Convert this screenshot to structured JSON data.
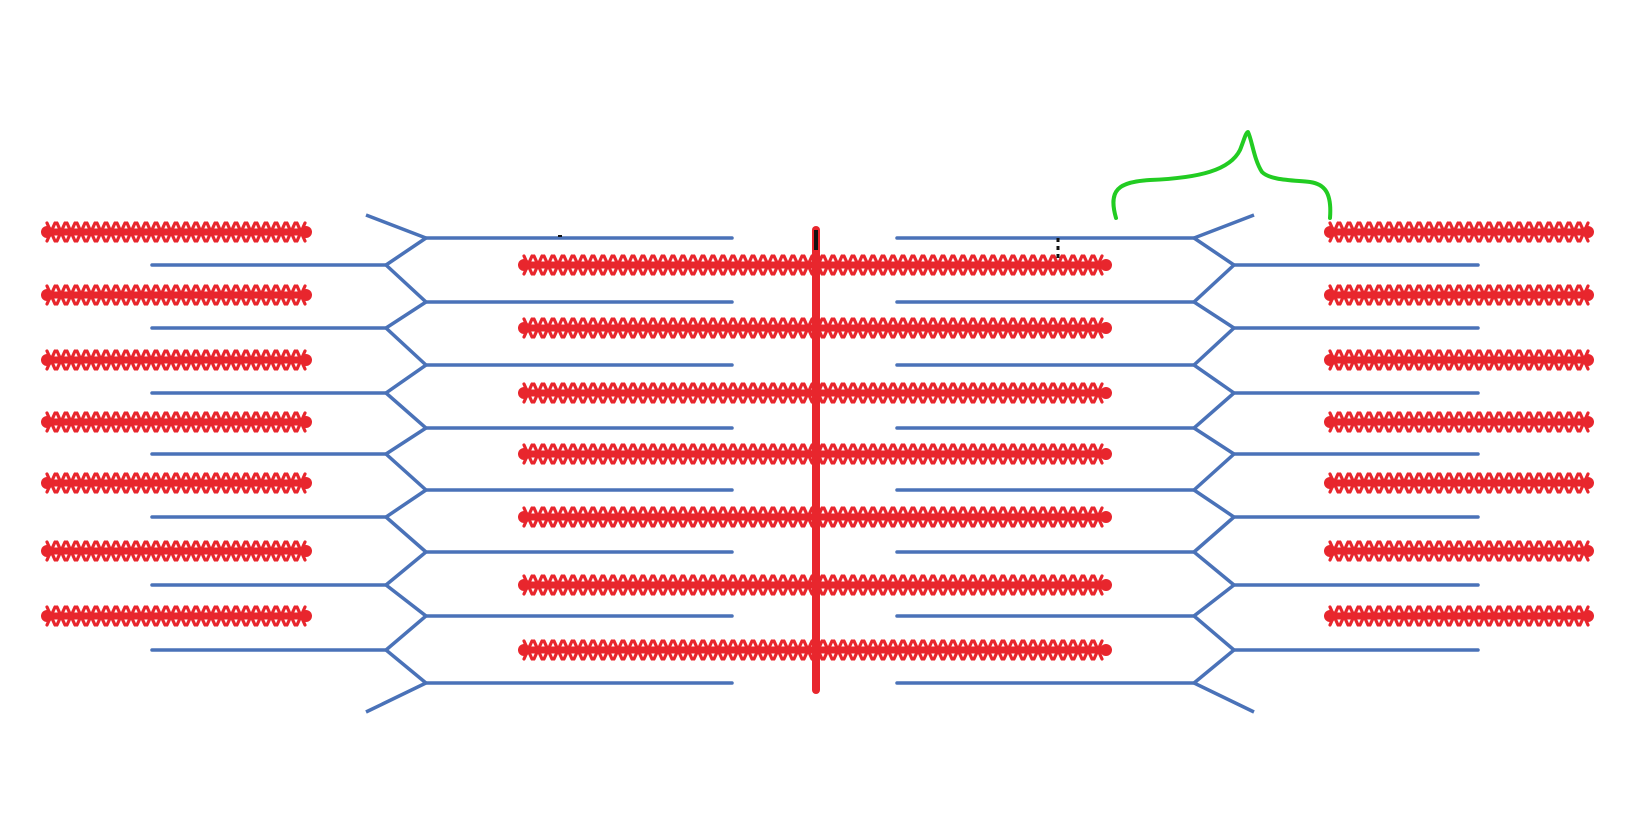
{
  "diagram": {
    "subject": "sarcomere",
    "colors": {
      "thick_filament": "#e8262d",
      "thin_filament": "#4a72b8",
      "m_line": "#e8262d",
      "bracket": "#22cc22",
      "tick": "#111111",
      "background": "#ffffff"
    },
    "structures": [
      {
        "key": "thick-filament-left",
        "role": "thick filament (myosin)",
        "count": 7
      },
      {
        "key": "thick-filament-center",
        "role": "thick filament (myosin)",
        "count": 7
      },
      {
        "key": "thick-filament-right",
        "role": "thick filament (myosin)",
        "count": 7
      },
      {
        "key": "thin-filament",
        "role": "thin filament (actin)"
      },
      {
        "key": "z-line-left",
        "role": "Z line"
      },
      {
        "key": "z-line-right",
        "role": "Z line"
      },
      {
        "key": "m-line",
        "role": "M line"
      },
      {
        "key": "bracket",
        "role": "annotation bracket"
      }
    ]
  }
}
